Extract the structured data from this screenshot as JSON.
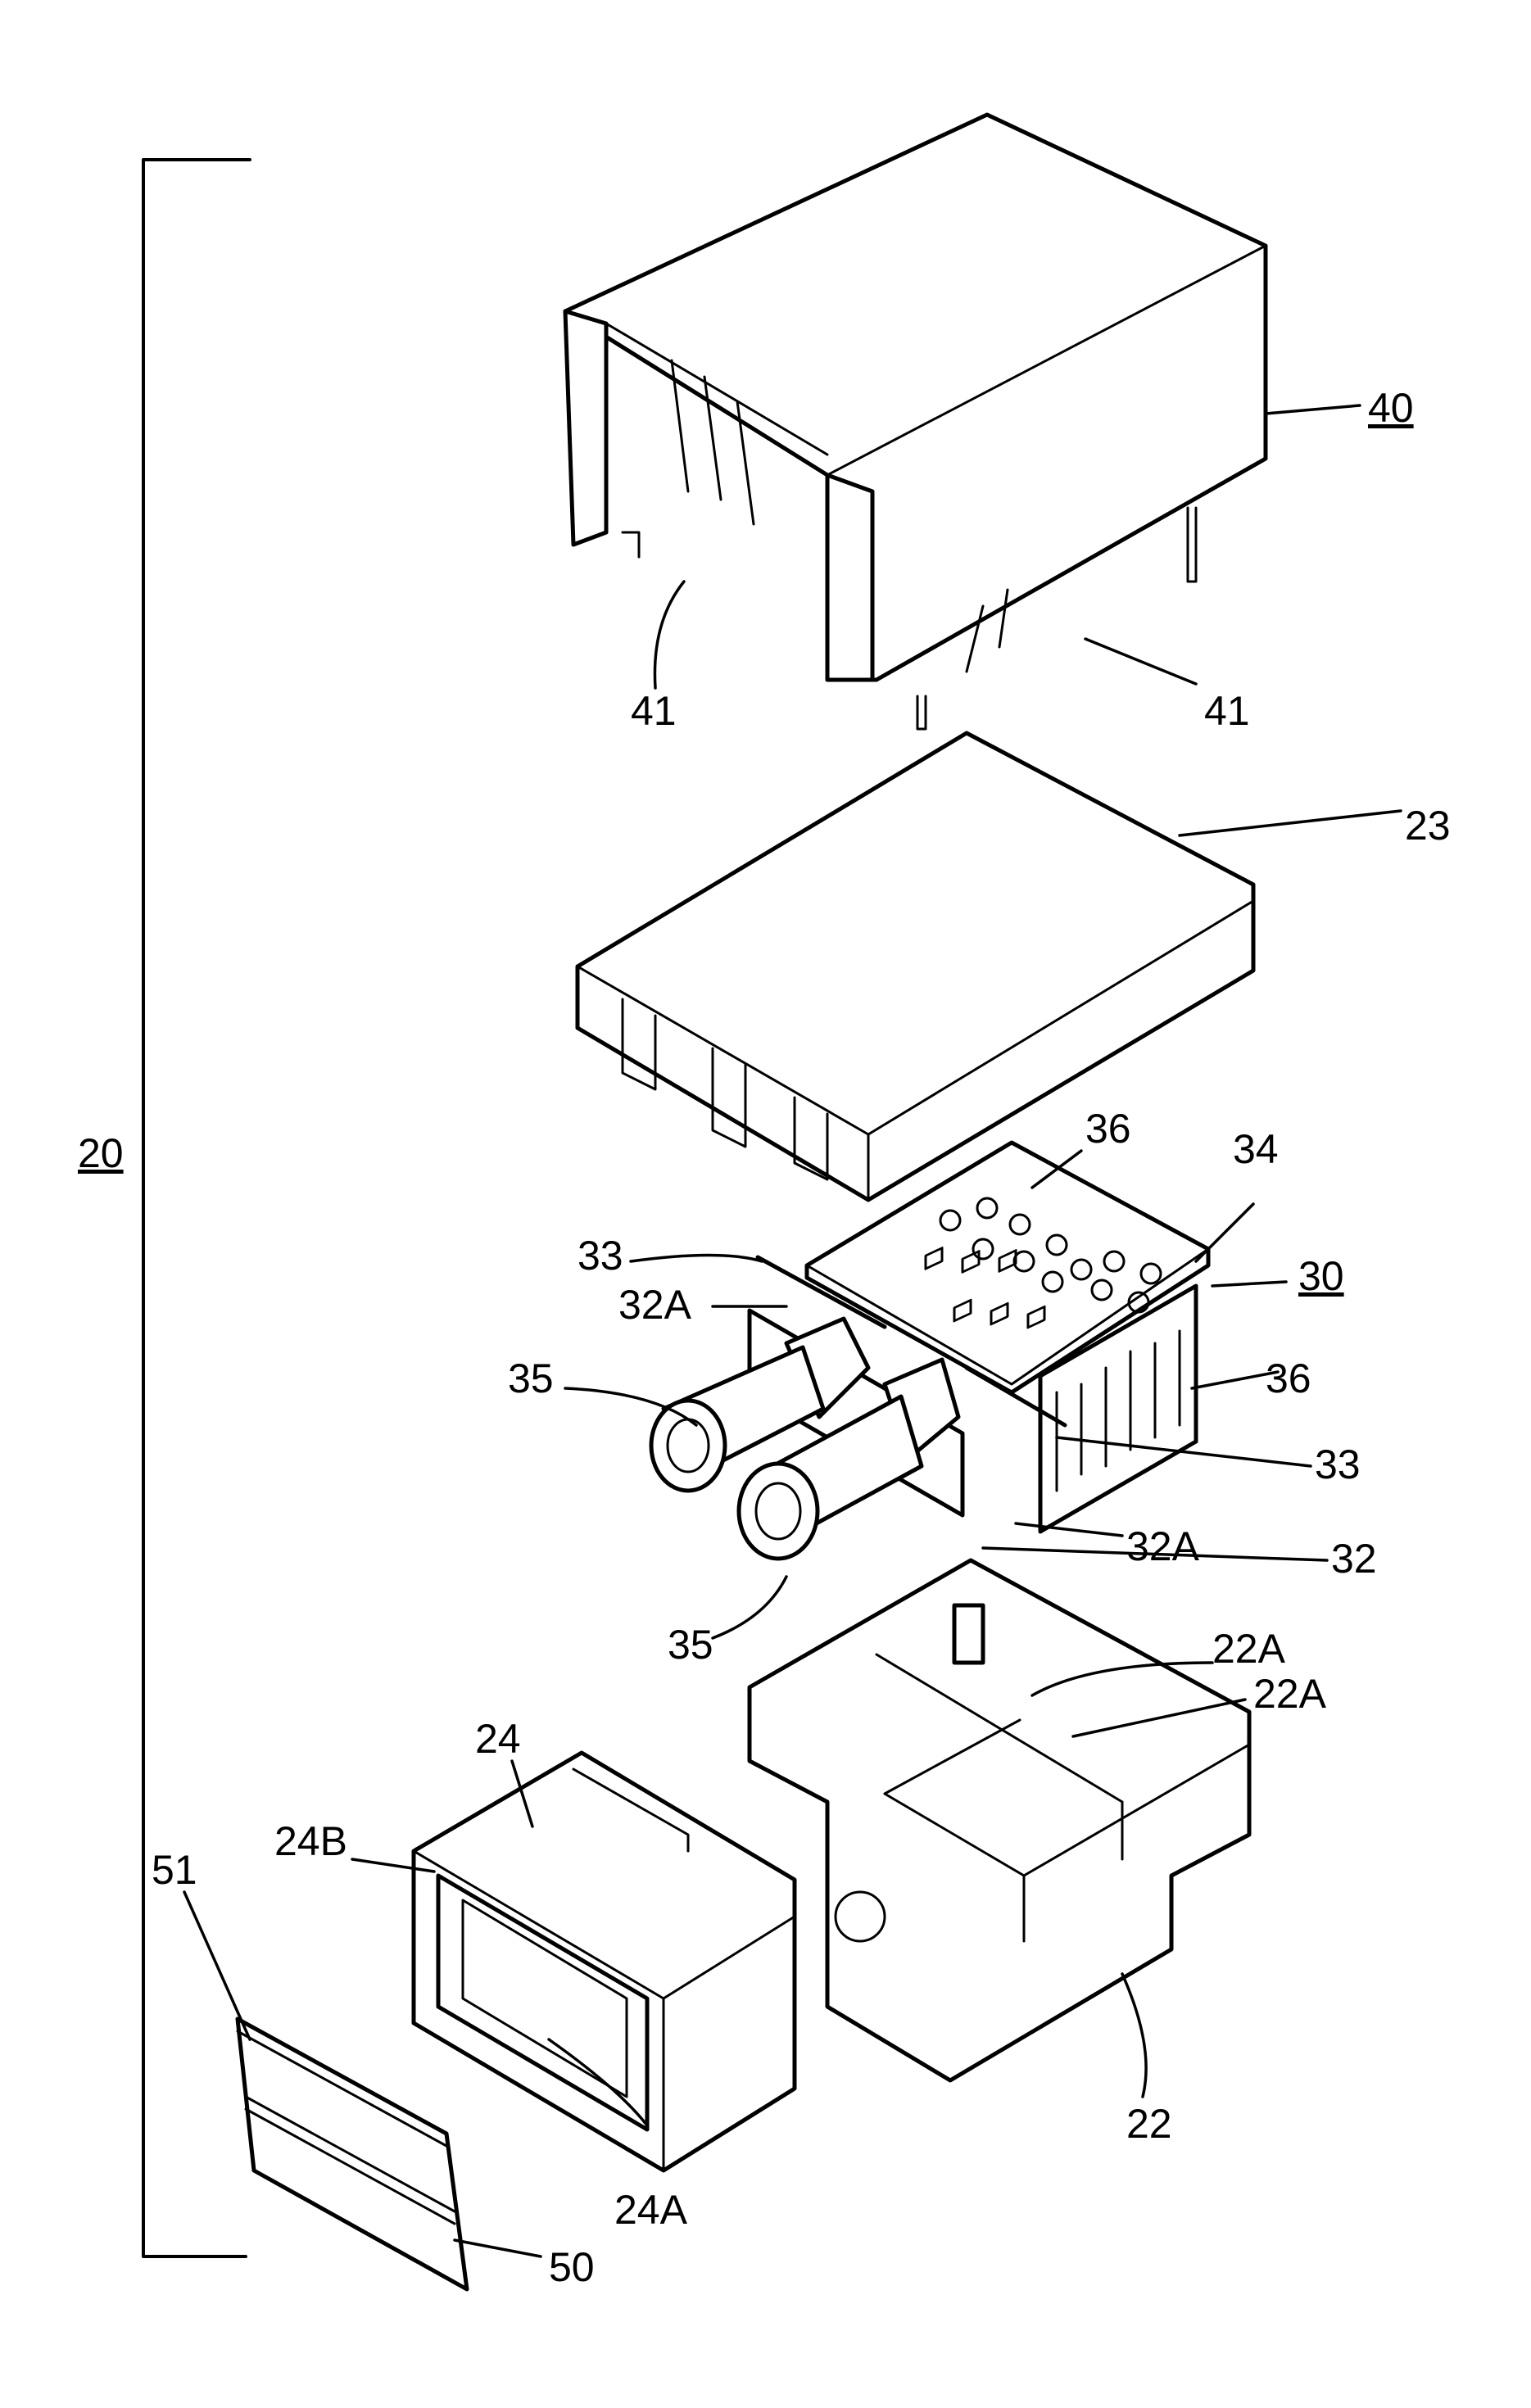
{
  "labels": {
    "assembly": "20",
    "shield_cover": "40",
    "shield_leg_a": "41",
    "shield_leg_b": "41",
    "cover": "23",
    "module": "30",
    "board": "34",
    "pin_top": "36",
    "pin_side": "36",
    "spring_top": "33",
    "spring_right": "33",
    "holder_top": "32A",
    "holder_bottom": "32A",
    "holder": "32",
    "sleeve_top": "35",
    "sleeve_bottom": "35",
    "housing": "22",
    "hole_a": "22A",
    "hole_b": "22A",
    "receptacle": "24",
    "receptacle_inner": "24B",
    "receptacle_edge": "24A",
    "gasket_top": "51",
    "gasket": "50"
  }
}
